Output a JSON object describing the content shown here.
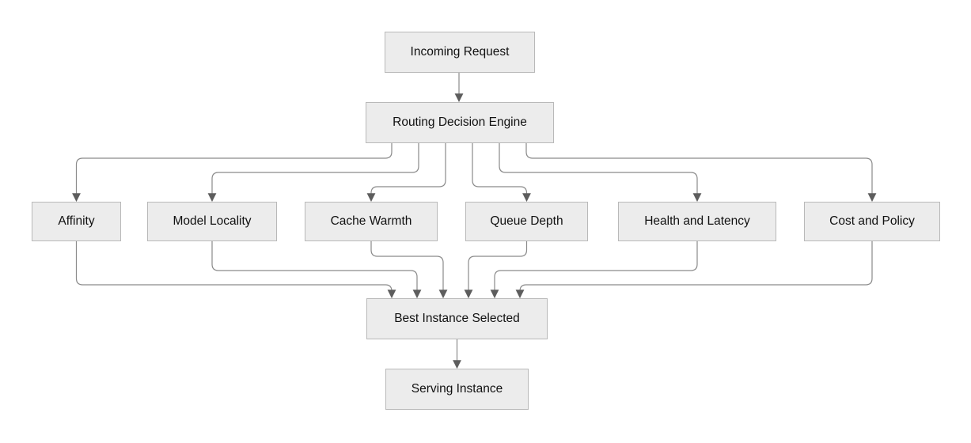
{
  "diagram": {
    "colors": {
      "canvas_bg": "#ffffff",
      "node_fill": "#ececec",
      "node_border": "#b9b9b9",
      "edge_color": "#8a8a8a",
      "arrow_color": "#5d5d5d",
      "text_color": "#111111"
    }
  },
  "nodes": {
    "incoming_request": {
      "label": "Incoming Request"
    },
    "routing_decision_engine": {
      "label": "Routing Decision Engine"
    },
    "affinity": {
      "label": "Affinity"
    },
    "model_locality": {
      "label": "Model Locality"
    },
    "cache_warmth": {
      "label": "Cache Warmth"
    },
    "queue_depth": {
      "label": "Queue Depth"
    },
    "health_and_latency": {
      "label": "Health and Latency"
    },
    "cost_and_policy": {
      "label": "Cost and Policy"
    },
    "best_instance_selected": {
      "label": "Best Instance Selected"
    },
    "serving_instance": {
      "label": "Serving Instance"
    }
  },
  "edges": [
    {
      "from": "Incoming Request",
      "to": "Routing Decision Engine"
    },
    {
      "from": "Routing Decision Engine",
      "to": "Affinity"
    },
    {
      "from": "Routing Decision Engine",
      "to": "Model Locality"
    },
    {
      "from": "Routing Decision Engine",
      "to": "Cache Warmth"
    },
    {
      "from": "Routing Decision Engine",
      "to": "Queue Depth"
    },
    {
      "from": "Routing Decision Engine",
      "to": "Health and Latency"
    },
    {
      "from": "Routing Decision Engine",
      "to": "Cost and Policy"
    },
    {
      "from": "Affinity",
      "to": "Best Instance Selected"
    },
    {
      "from": "Model Locality",
      "to": "Best Instance Selected"
    },
    {
      "from": "Cache Warmth",
      "to": "Best Instance Selected"
    },
    {
      "from": "Queue Depth",
      "to": "Best Instance Selected"
    },
    {
      "from": "Health and Latency",
      "to": "Best Instance Selected"
    },
    {
      "from": "Cost and Policy",
      "to": "Best Instance Selected"
    },
    {
      "from": "Best Instance Selected",
      "to": "Serving Instance"
    }
  ]
}
